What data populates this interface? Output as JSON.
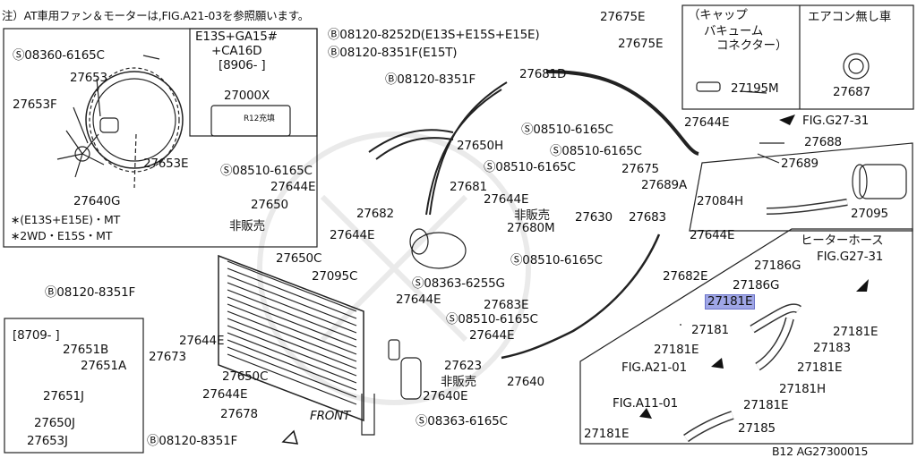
{
  "note": "注）AT車用ファン＆モーターは,FIG.A21-03を参照願います。",
  "model_block": {
    "line1": "E13S+GA15#",
    "line2": "+CA16D",
    "line3": "[8906-   ]"
  },
  "cap_box": {
    "line1": "（キャップ",
    "line2": "バキューム",
    "line3": "コネクター）",
    "part": "27195M"
  },
  "ac_box": {
    "title": "エアコン無し車",
    "part": "27687"
  },
  "heater_hose": "ヒーターホース",
  "inset_period": "[8709-   ]",
  "label_box_part": "27000X",
  "label_sticker": "R12充填",
  "footnote1": "∗(E13S+E15E)・MT",
  "footnote2": "∗2WD・E15S・MT",
  "front": "FRONT",
  "catalog_code": "B12  AG27300015",
  "hi_part": "27181E",
  "callouts": {
    "c01": "Ⓢ08360-6165C",
    "c02": "27653",
    "c03": "27653F",
    "c04": "27653E",
    "c05": "27640G",
    "c06": "Ⓑ08120-8252D(E13S+E15S+E15E)",
    "c07": "Ⓑ08120-8351F(E15T)",
    "c08": "27675E",
    "c09": "27675E",
    "c10": "27681D",
    "c11": "Ⓑ08120-8351F",
    "c12": "27650H",
    "c13": "Ⓢ08510-6165C",
    "c14": "Ⓢ08510-6165C",
    "c15": "Ⓢ08510-6165C",
    "c16": "Ⓢ08510-6165C",
    "c17": "27675",
    "c18": "27681",
    "c19": "27644E",
    "c20": "27682",
    "c21": "27644E",
    "c22": "27650",
    "c23": "非販売",
    "c24": "27644E",
    "c25": "27630",
    "c26": "27680M",
    "c27": "非販売",
    "c28": "27683",
    "c29": "27644E",
    "c30": "27650C",
    "c31": "Ⓢ08510-6165C",
    "c32": "27095C",
    "c33": "Ⓢ08363-6255G",
    "c34": "27682E",
    "c35": "Ⓑ08120-8351F",
    "c36": "27644E",
    "c37": "27683E",
    "c38": "27644E",
    "c39": "Ⓢ08510-6165C",
    "c40": "27673",
    "c41": "27644E",
    "c42": "27650C",
    "c43": "27623",
    "c44": "非販売",
    "c45": "27640",
    "c46": "27644E",
    "c47": "27640E",
    "c48": "27678",
    "c49": "Ⓢ08363-6165C",
    "c50": "Ⓑ08120-8351F",
    "c51": "27651B",
    "c52": "27651A",
    "c53": "27651J",
    "c54": "27650J",
    "c55": "27653J",
    "c56": "27644E",
    "c57": "FIG.G27-31",
    "c58": "27688",
    "c59": "27689",
    "c60": "27689A",
    "c61": "27084H",
    "c62": "27095",
    "c63": "FIG.G27-31",
    "c64": "27186G",
    "c65": "27186G",
    "c66": "27181",
    "c67": "27181E",
    "c68": "27183",
    "c69": "27181E",
    "c70": "FIG.A21-01",
    "c71": "27181E",
    "c72": "27181H",
    "c73": "27181E",
    "c74": "FIG.A11-01",
    "c75": "27181E",
    "c76": "27185"
  }
}
